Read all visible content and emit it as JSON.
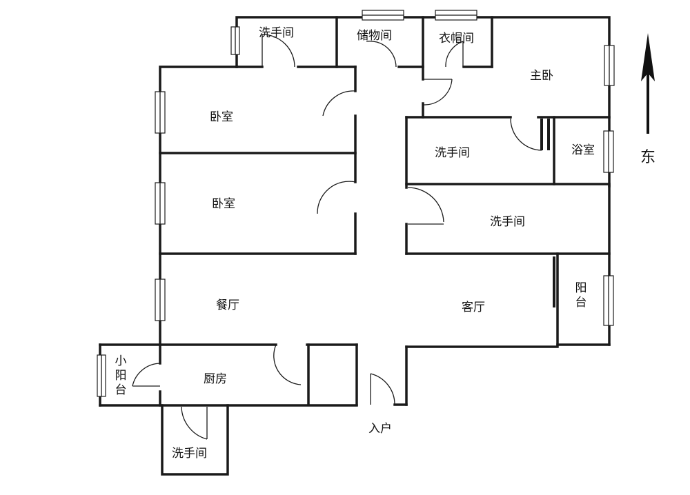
{
  "rooms": {
    "washroom_top": "洗手间",
    "storage": "储物间",
    "cloakroom": "衣帽间",
    "master_bedroom": "主卧",
    "bedroom_1": "卧室",
    "bedroom_2": "卧室",
    "washroom_mid": "洗手间",
    "bathroom": "浴室",
    "washroom_right": "洗手间",
    "dining": "餐厅",
    "living": "客厅",
    "balcony": "阳台",
    "small_balcony": "小阳台",
    "kitchen": "厨房",
    "washroom_bottom": "洗手间",
    "entrance": "入户"
  },
  "compass": {
    "direction_label": "东",
    "icon": "north-arrow-icon"
  },
  "colors": {
    "wall": "#1a1a1a",
    "background": "#ffffff"
  }
}
